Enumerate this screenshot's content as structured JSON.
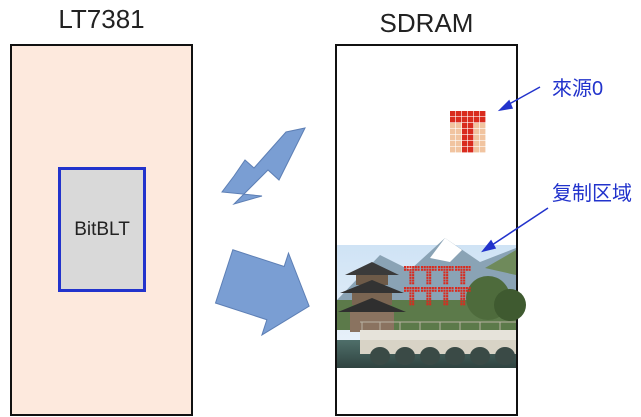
{
  "left_block": {
    "title": "LT7381",
    "inner_label": "BitBLT"
  },
  "right_block": {
    "title": "SDRAM"
  },
  "annotations": {
    "source": "來源0",
    "copy_area": "复制区域"
  },
  "source_pattern": {
    "letter": "T",
    "grid": [
      "111111",
      "111111",
      "001100",
      "001100",
      "001100",
      "001100",
      "001100"
    ],
    "fill_color": "#d92b1e",
    "empty_color": "#f1c4a0"
  },
  "copy_tiles": {
    "rows": 2,
    "cols": 4
  },
  "colors": {
    "chip_fill": "#fde9dd",
    "inner_border": "#2233cc",
    "arrow": "#7a9ed3",
    "label": "#2233cc"
  }
}
